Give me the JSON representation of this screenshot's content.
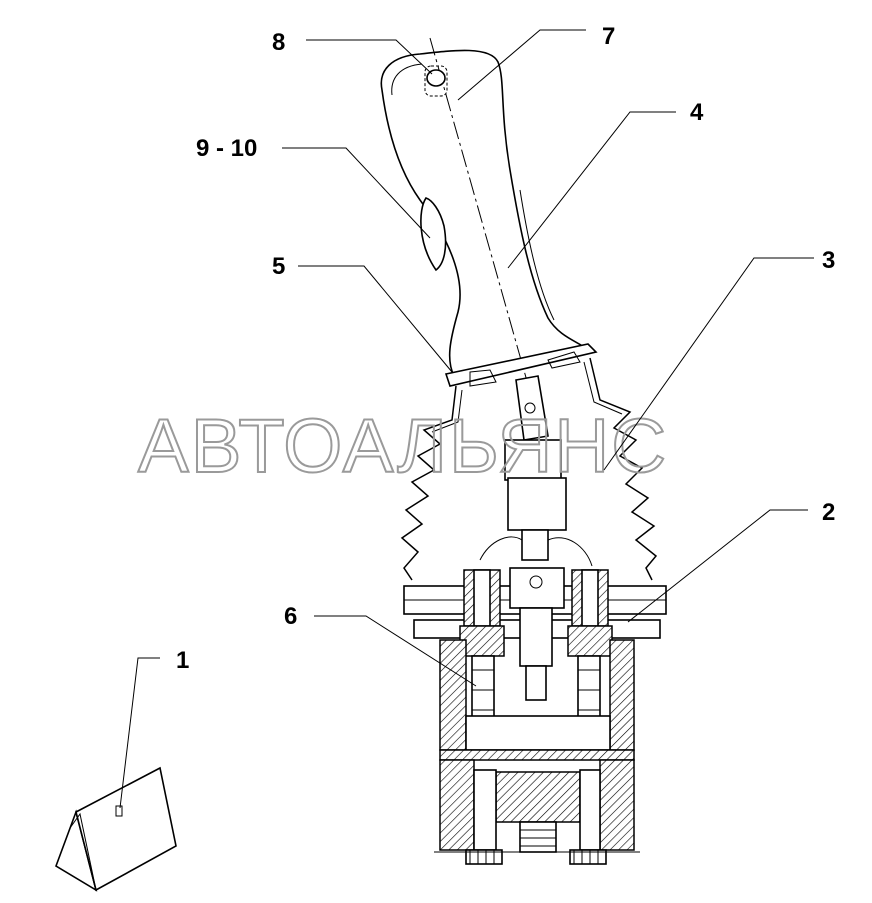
{
  "diagram": {
    "watermark": "АВТОАЛЬЯНС",
    "callouts": [
      {
        "id": "c1",
        "label": "1"
      },
      {
        "id": "c2",
        "label": "2"
      },
      {
        "id": "c3",
        "label": "3"
      },
      {
        "id": "c4",
        "label": "4"
      },
      {
        "id": "c5",
        "label": "5"
      },
      {
        "id": "c6",
        "label": "6"
      },
      {
        "id": "c7",
        "label": "7"
      },
      {
        "id": "c8",
        "label": "8"
      },
      {
        "id": "c910",
        "label": "9 - 10"
      }
    ]
  }
}
